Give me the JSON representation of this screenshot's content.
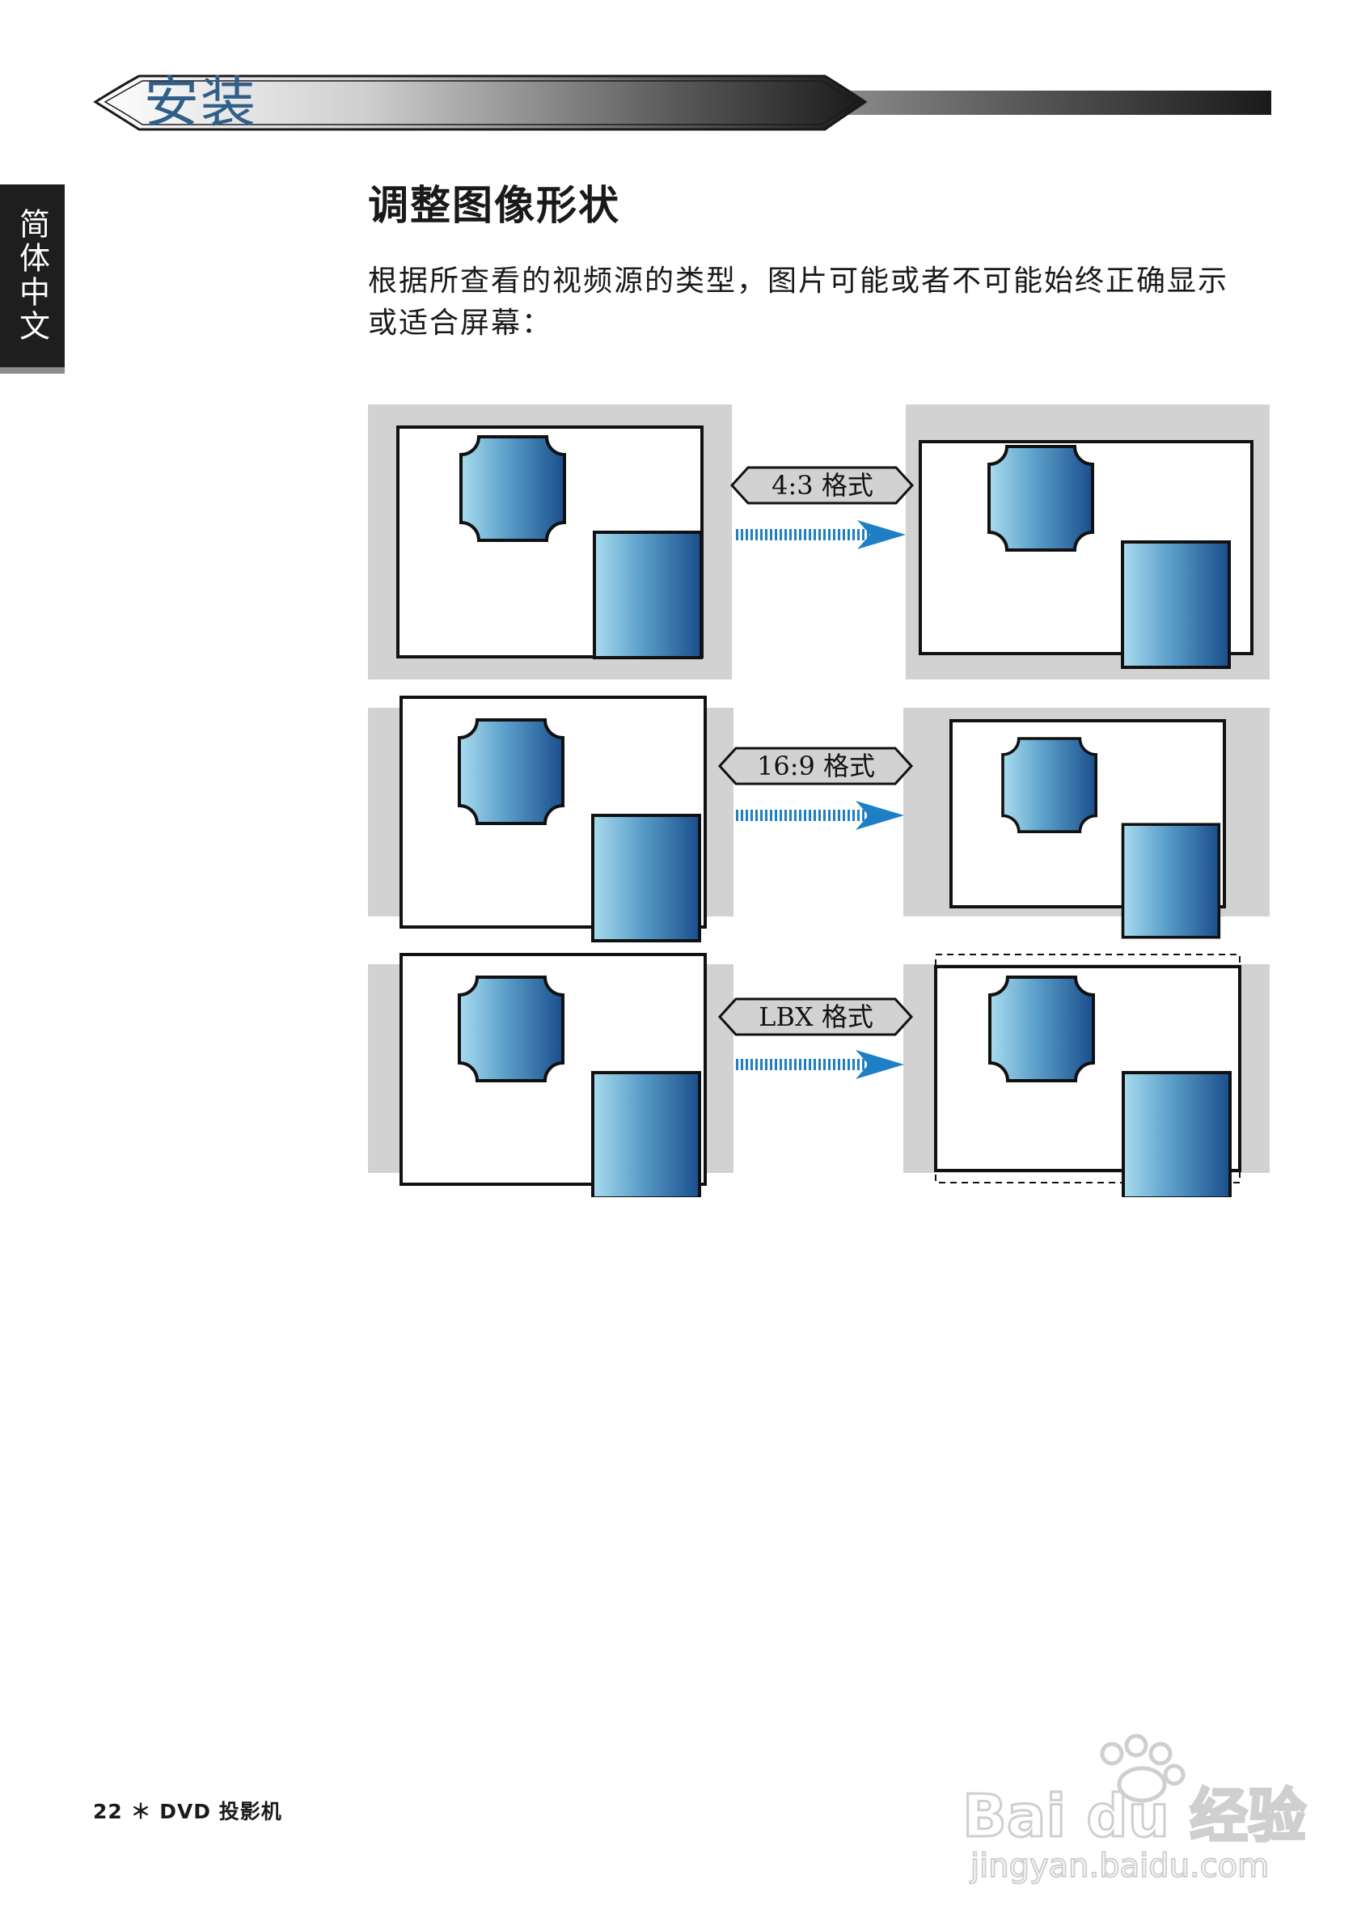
{
  "header": {
    "section_title": "安装"
  },
  "side_tab": {
    "label": "简体中文"
  },
  "page": {
    "title": "调整图像形状",
    "intro": "根据所查看的视频源的类型，图片可能或者不可能始终正确显示或适合屏幕："
  },
  "diagram": {
    "rows": [
      {
        "label": "4:3 格式"
      },
      {
        "label": "16:9 格式"
      },
      {
        "label": "LBX 格式"
      }
    ],
    "colors": {
      "gray": "#d2d2d2",
      "shape_light": "#a9dcef",
      "shape_dark": "#1a4e8c",
      "arrow": "#1f7fc4"
    }
  },
  "footer": {
    "text": "22 ＊ DVD 投影机"
  },
  "watermark": {
    "brand": "Bai du 经验",
    "url": "jingyan.baidu.com"
  }
}
